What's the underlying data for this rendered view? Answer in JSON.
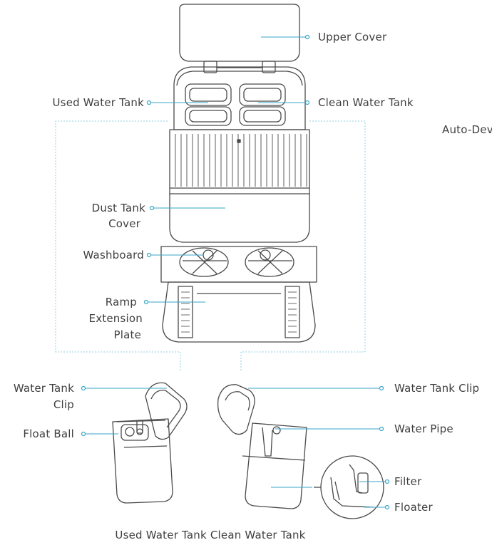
{
  "labels": {
    "upper_cover": "Upper Cover",
    "used_water_tank": "Used Water Tank",
    "clean_water_tank": "Clean Water Tank",
    "auto_partial": "Auto-Dev",
    "dust_tank_cover_1": "Dust Tank",
    "dust_tank_cover_2": "Cover",
    "washboard": "Washboard",
    "ramp_1": "Ramp",
    "ramp_2": "Extension",
    "ramp_3": "Plate",
    "water_tank_clip_left_1": "Water Tank",
    "water_tank_clip_left_2": "Clip",
    "float_ball": "Float Ball",
    "water_tank_clip_right": "Water Tank Clip",
    "water_pipe": "Water Pipe",
    "filter": "Filter",
    "floater": "Floater",
    "caption": "Used Water Tank Clean Water Tank"
  },
  "colors": {
    "leader_line": "#3aa6c8",
    "outline": "#4a4a4a",
    "dotted": "#8fd0e0",
    "text": "#3f3f3f"
  }
}
